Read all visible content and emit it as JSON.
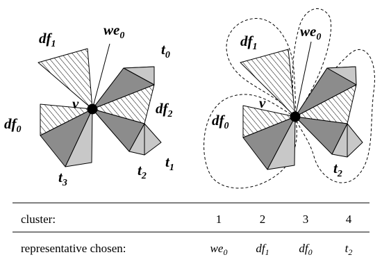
{
  "left_figure": {
    "labels": {
      "df1": {
        "base": "df",
        "sub": "1"
      },
      "we0": {
        "base": "we",
        "sub": "0"
      },
      "t0": {
        "base": "t",
        "sub": "0"
      },
      "df2": {
        "base": "df",
        "sub": "2"
      },
      "v": {
        "base": "v"
      },
      "df0": {
        "base": "df",
        "sub": "0"
      },
      "t2": {
        "base": "t",
        "sub": "2"
      },
      "t1": {
        "base": "t",
        "sub": "1"
      },
      "t3": {
        "base": "t",
        "sub": "3"
      }
    }
  },
  "right_figure": {
    "labels": {
      "df1": {
        "base": "df",
        "sub": "1"
      },
      "we0": {
        "base": "we",
        "sub": "0"
      },
      "v": {
        "base": "v"
      },
      "df0": {
        "base": "df",
        "sub": "0"
      },
      "t2": {
        "base": "t",
        "sub": "2"
      }
    }
  },
  "table": {
    "row1_label": "cluster:",
    "clusters": [
      "1",
      "2",
      "3",
      "4"
    ],
    "row2_label": "representative chosen:",
    "representatives": [
      {
        "base": "we",
        "sub": "0"
      },
      {
        "base": "df",
        "sub": "1"
      },
      {
        "base": "df",
        "sub": "0"
      },
      {
        "base": "t",
        "sub": "2"
      }
    ]
  }
}
